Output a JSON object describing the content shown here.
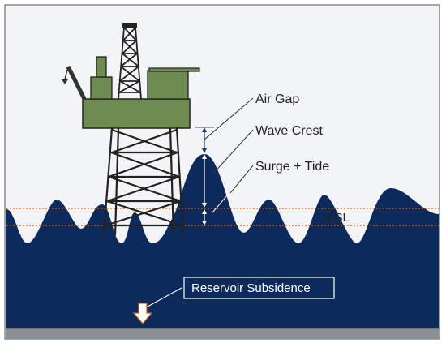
{
  "labels": {
    "air_gap": "Air Gap",
    "wave_crest": "Wave Crest",
    "surge_tide": "Surge + Tide",
    "msl": "MSL",
    "reservoir_subsidence": "Reservoir Subsidence"
  },
  "colors": {
    "sea": "#0d2a5c",
    "sky": "#f3f4f6",
    "platform_deck": "#6e8c52",
    "platform_outline": "#222222",
    "seabed": "#8a8f95",
    "waterline": "#c0641e",
    "subsidence_arrow": "#ffffff",
    "subsidence_arrow_outline": "#b5651d"
  },
  "icons": {
    "platform": "offshore-platform-icon",
    "subsidence_arrow": "down-arrow-icon"
  }
}
